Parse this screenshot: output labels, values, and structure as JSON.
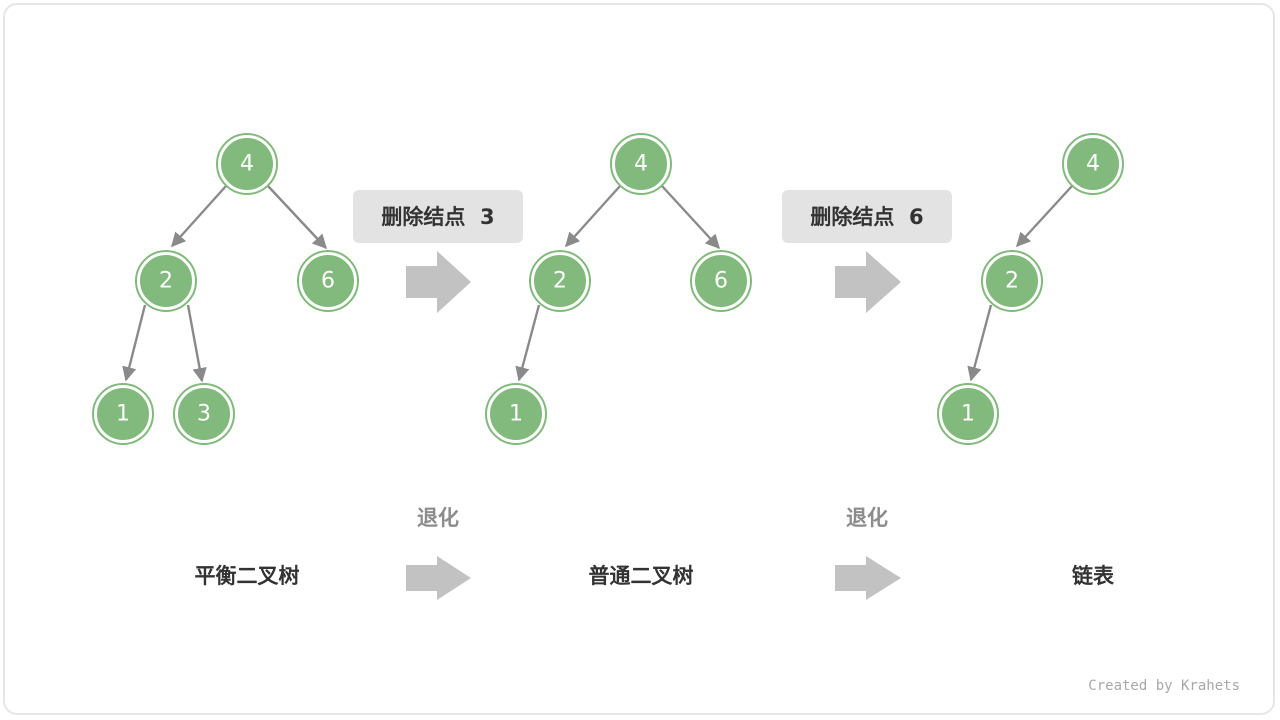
{
  "trees": [
    {
      "label": "平衡二叉树",
      "nodes": [
        "4",
        "2",
        "6",
        "1",
        "3"
      ]
    },
    {
      "label": "普通二叉树",
      "nodes": [
        "4",
        "2",
        "6",
        "1"
      ]
    },
    {
      "label": "链表",
      "nodes": [
        "4",
        "2",
        "1"
      ]
    }
  ],
  "operations": [
    {
      "label": "删除结点  3",
      "transition": "退化"
    },
    {
      "label": "删除结点  6",
      "transition": "退化"
    }
  ],
  "colors": {
    "node_fill": "#82b97c",
    "edge": "#8a8a8a",
    "arrow": "#c2c2c2",
    "op_box": "#e3e3e3"
  },
  "credit": "Created by Krahets"
}
